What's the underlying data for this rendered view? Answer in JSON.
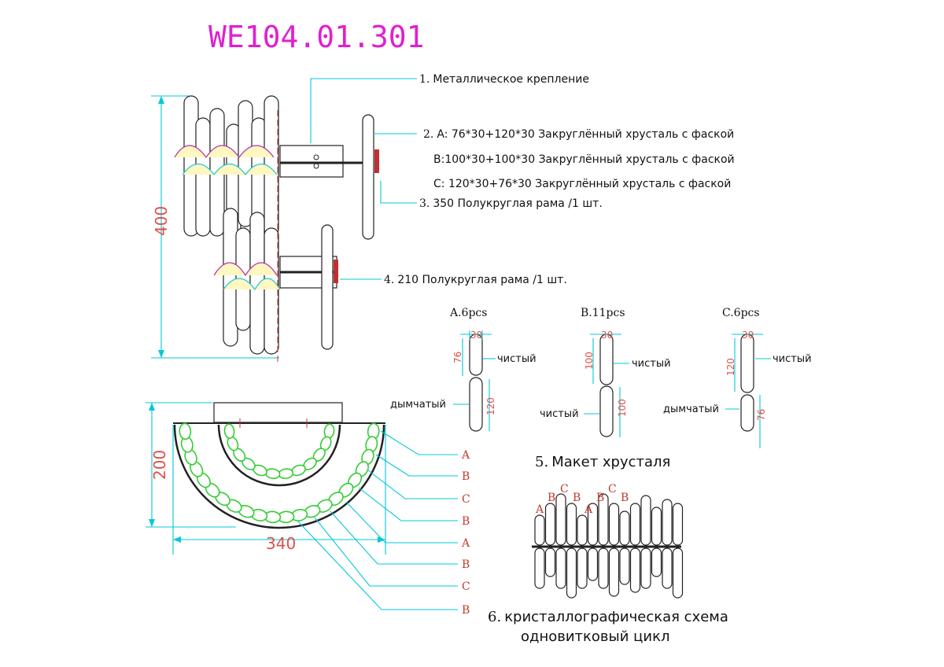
{
  "title": "WE104.01.301",
  "callouts": {
    "c1": {
      "num": "1.",
      "text": "Металлическое крепление"
    },
    "c2a": {
      "num": "2.",
      "text": "A: 76*30+120*30 Закруглённый хрусталь с фаской"
    },
    "c2b": {
      "text": "B:100*30+100*30 Закруглённый хрусталь с фаской"
    },
    "c2c": {
      "text": "C: 120*30+76*30 Закруглённый хрусталь с фаской"
    },
    "c3": {
      "num": "3.",
      "text": "350 Полукруглая рама /1 шт."
    },
    "c4": {
      "num": "4.",
      "text": "210 Полукруглая рама /1 шт."
    }
  },
  "dimensions": {
    "height": "400",
    "depth": "200",
    "width": "340"
  },
  "crystal_types": [
    {
      "label": "A.6pcs",
      "top": "76",
      "bottom": "120",
      "width": "30",
      "top_note": "чистый",
      "bottom_note": "дымчатый"
    },
    {
      "label": "B.11pcs",
      "top": "100",
      "bottom": "100",
      "width": "30",
      "top_note": "чистый",
      "bottom_note": "чистый"
    },
    {
      "label": "C.6pcs",
      "top": "120",
      "bottom": "76",
      "width": "30",
      "top_note": "чистый",
      "bottom_note": "дымчатый"
    }
  ],
  "layout_caption": {
    "num": "5.",
    "text": "Макет хрусталя"
  },
  "schema_caption": {
    "num": "6.",
    "line1": "кристаллографическая схема",
    "line2": "одновитковый цикл"
  },
  "plan_labels": [
    "A",
    "B",
    "C",
    "B",
    "A",
    "B",
    "C",
    "B"
  ],
  "schema_labels": [
    "A",
    "B",
    "C",
    "B",
    "A",
    "B",
    "C",
    "B"
  ]
}
